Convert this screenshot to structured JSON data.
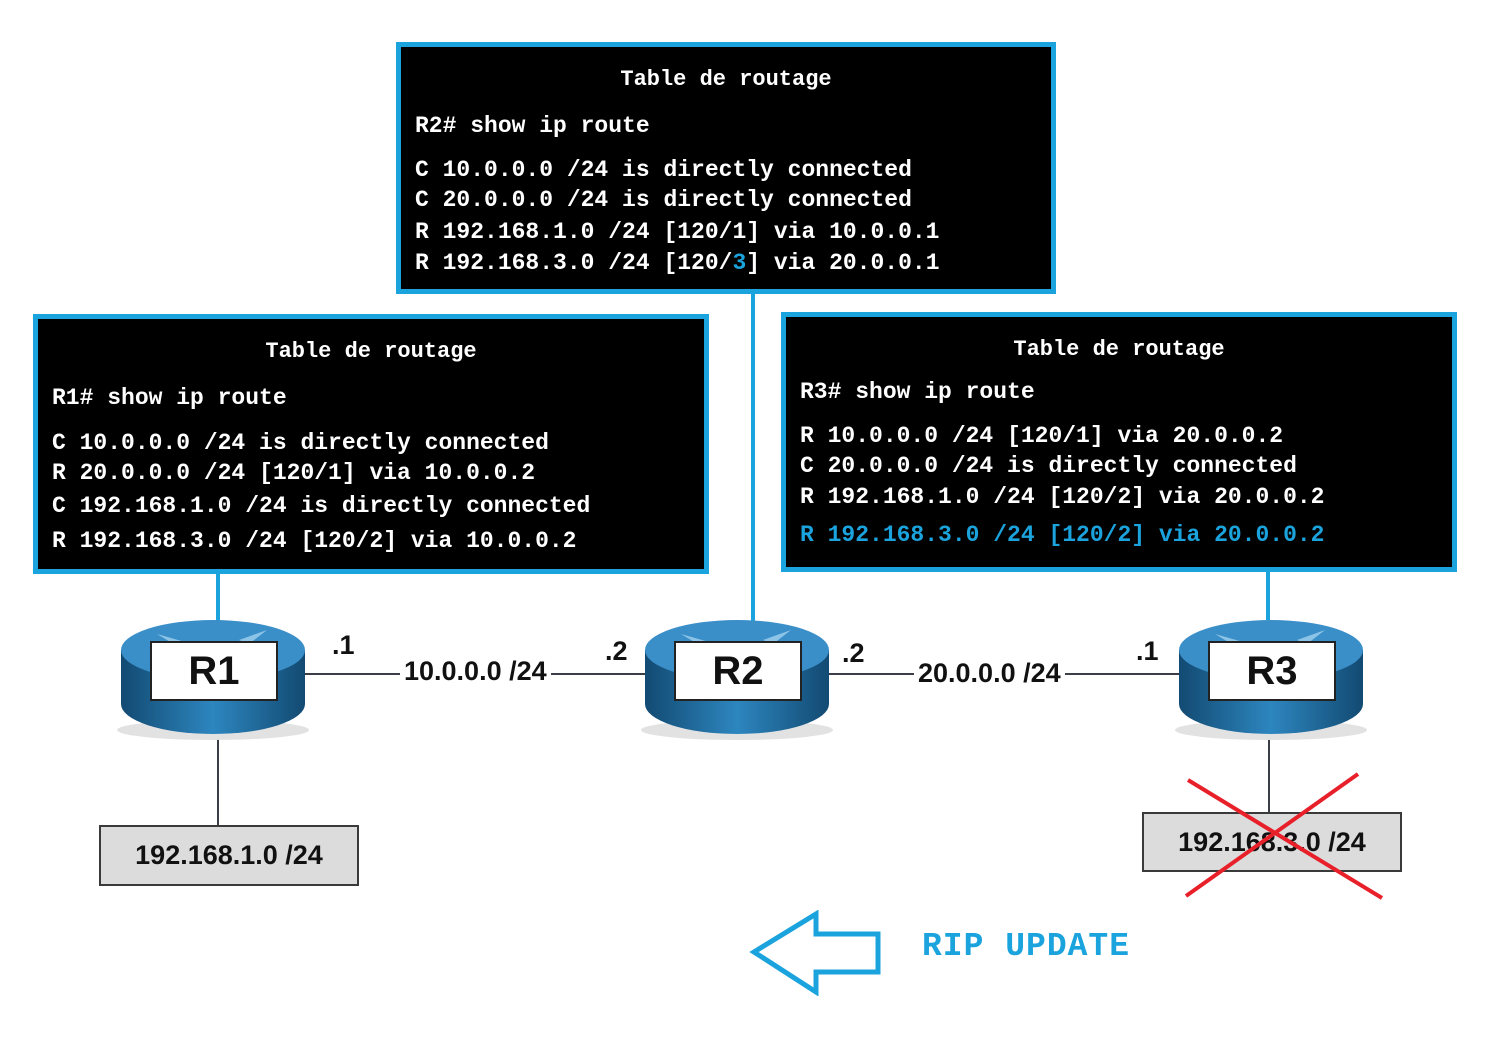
{
  "terminals": {
    "r2": {
      "title": "Table de routage",
      "command": "R2# show ip route",
      "routes": [
        "C 10.0.0.0 /24 is directly connected",
        "C 20.0.0.0 /24 is directly connected",
        "R 192.168.1.0 /24 [120/1] via 10.0.0.1"
      ],
      "route4_pre": "R 192.168.3.0 /24 [120/",
      "route4_metric": "3",
      "route4_post": "] via 20.0.0.1"
    },
    "r1": {
      "title": "Table de routage",
      "command": "R1# show ip route",
      "routes": [
        "C 10.0.0.0 /24 is directly connected",
        "R 20.0.0.0 /24 [120/1] via 10.0.0.2",
        "C 192.168.1.0 /24 is directly connected",
        "R 192.168.3.0 /24 [120/2] via 10.0.0.2"
      ]
    },
    "r3": {
      "title": "Table de routage",
      "command": "R3# show ip route",
      "routes": [
        "R 10.0.0.0 /24 [120/1] via 20.0.0.2",
        "C 20.0.0.0 /24 is directly connected",
        "R 192.168.1.0 /24 [120/2] via 20.0.0.2"
      ],
      "highlight_route": "R 192.168.3.0 /24 [120/2] via 20.0.0.2"
    }
  },
  "routers": {
    "r1": "R1",
    "r2": "R2",
    "r3": "R3"
  },
  "links": {
    "net1": "10.0.0.0 /24",
    "net2": "20.0.0.0 /24",
    "r1_if": ".1",
    "r2_if_left": ".2",
    "r2_if_right": ".2",
    "r3_if": ".1"
  },
  "lans": {
    "lan1": "192.168.1.0 /24",
    "lan3": "192.168.3.0 /24"
  },
  "update_label": "RIP UPDATE",
  "colors": {
    "accent": "#1ba3dd",
    "cross": "#e8202a",
    "router_body": "#1d6ea0"
  }
}
